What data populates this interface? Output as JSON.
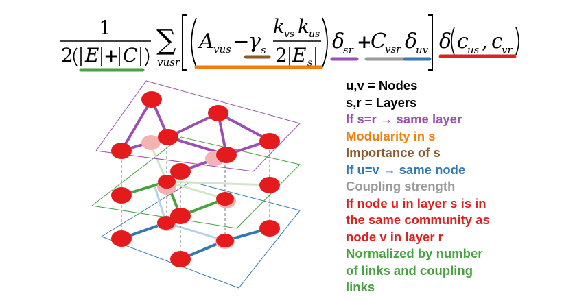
{
  "formula": {
    "frac_numerator": "1",
    "frac_den_two": "2",
    "frac_den_E": "E",
    "frac_den_plus": "+",
    "frac_den_C": "C",
    "sum_symbol": "∑",
    "sum_subscript": "vusr",
    "A": "A",
    "A_sub": "vus",
    "minus": "−",
    "gamma": "γ",
    "gamma_sub": "s",
    "k1": "k",
    "k1_sub": "vs",
    "k2": "k",
    "k2_sub": "us",
    "two": "2",
    "Es": "E",
    "Es_sub": "s",
    "delta1": "δ",
    "delta1_sub": "sr",
    "plus": "+",
    "C": "C",
    "C_sub": "vsr",
    "delta2": "δ",
    "delta2_sub": "uv",
    "delta3": "δ",
    "c1": "c",
    "c1_sub": "us",
    "comma": ",",
    "c2": "c",
    "c2_sub": "vr"
  },
  "legend": [
    {
      "text": "u,v = Nodes",
      "color": "#000000"
    },
    {
      "text": "s,r = Layers",
      "color": "#000000"
    },
    {
      "text": "If s=r → same layer",
      "color": "#9b4fb0"
    },
    {
      "text": "Modularity in s",
      "color": "#f07f0e"
    },
    {
      "text": "Importance of s",
      "color": "#8b5a2b"
    },
    {
      "text": "If u=v → same node",
      "color": "#3478b3"
    },
    {
      "text": "Coupling strength",
      "color": "#9a9a9a"
    },
    {
      "text": "If node u in layer s is in",
      "color": "#dd2121"
    },
    {
      "text": "the same community as",
      "color": "#dd2121"
    },
    {
      "text": "node v in layer r",
      "color": "#dd2121"
    },
    {
      "text": "Normalized by number",
      "color": "#47a23f"
    },
    {
      "text": "of links and coupling",
      "color": "#47a23f"
    },
    {
      "text": "links",
      "color": "#47a23f"
    }
  ],
  "colors": {
    "purple": "#9b4fb0",
    "orange": "#f07f0e",
    "brown": "#8b5a2b",
    "blue": "#3478b3",
    "gray": "#9a9a9a",
    "red": "#dd2121",
    "green": "#47a23f",
    "node": "#e41a1c",
    "node_faded": "#f3b3b3"
  }
}
